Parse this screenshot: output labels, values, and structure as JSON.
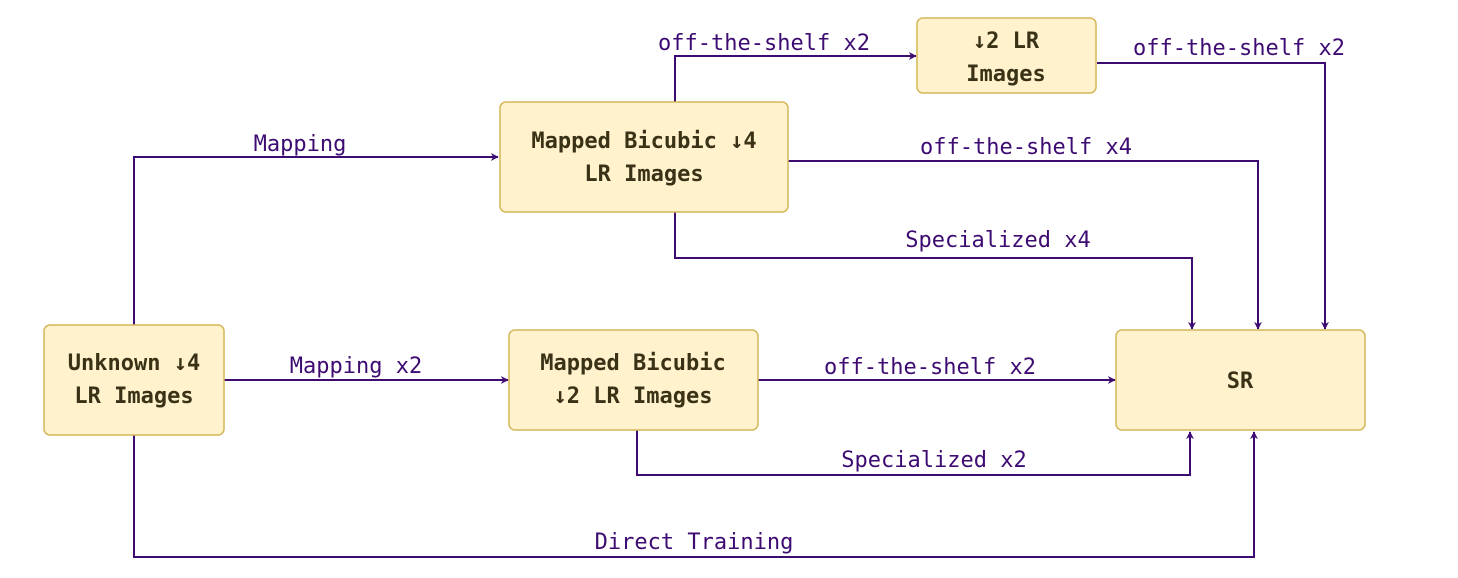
{
  "nodes": {
    "unknown_lr": {
      "line1": "Unknown ↓4",
      "line2": "LR Images"
    },
    "mapped_bicubic_x4": {
      "line1": "Mapped Bicubic ↓4",
      "line2": "LR Images"
    },
    "mapped_bicubic_x2": {
      "line1": "Mapped Bicubic",
      "line2": "↓2 LR Images"
    },
    "down2_lr": {
      "line1": "↓2 LR",
      "line2": "Images"
    },
    "sr": {
      "label": "SR"
    }
  },
  "edges": {
    "mapping": "Mapping",
    "mapping_x2": "Mapping x2",
    "direct_training": "Direct Training",
    "ots_x2_to_down2": "off-the-shelf x2",
    "ots_x2_down2_to_sr": "off-the-shelf x2",
    "ots_x4": "off-the-shelf x4",
    "specialized_x4": "Specialized x4",
    "ots_x2_mapped2_to_sr": "off-the-shelf x2",
    "specialized_x2": "Specialized x2"
  },
  "colors": {
    "node_fill": "#fff2cc",
    "node_stroke": "#d6b656",
    "edge": "#3d0b72"
  }
}
